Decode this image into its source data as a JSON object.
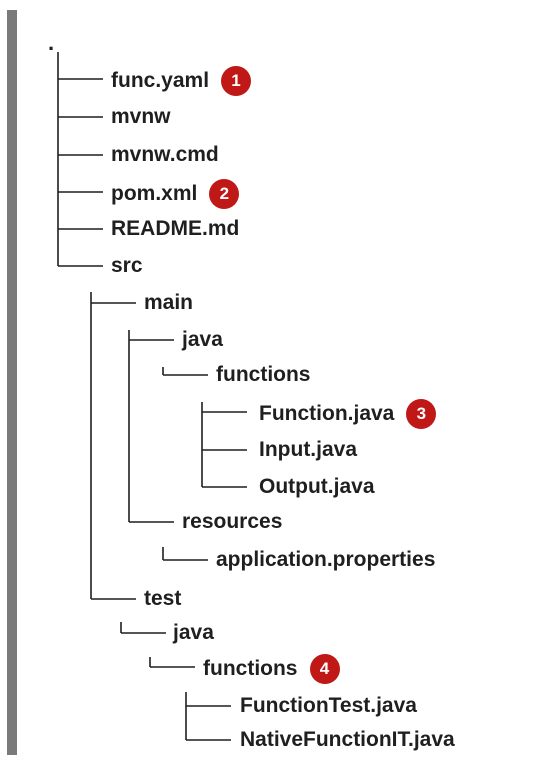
{
  "tree": {
    "root": ".",
    "items": [
      {
        "label": "func.yaml",
        "callout": "1"
      },
      {
        "label": "mvnw"
      },
      {
        "label": "mvnw.cmd"
      },
      {
        "label": "pom.xml",
        "callout": "2"
      },
      {
        "label": "README.md"
      },
      {
        "label": "src"
      },
      {
        "label": "main"
      },
      {
        "label": "java"
      },
      {
        "label": "functions"
      },
      {
        "label": "Function.java",
        "callout": "3"
      },
      {
        "label": "Input.java"
      },
      {
        "label": "Output.java"
      },
      {
        "label": "resources"
      },
      {
        "label": "application.properties"
      },
      {
        "label": "test"
      },
      {
        "label": "java"
      },
      {
        "label": "functions",
        "callout": "4"
      },
      {
        "label": "FunctionTest.java"
      },
      {
        "label": "NativeFunctionIT.java"
      }
    ]
  },
  "colors": {
    "text": "#1f1f1f",
    "callout_bg": "#c01717",
    "callout_text": "#ffffff",
    "bar": "#7a7a7a"
  }
}
